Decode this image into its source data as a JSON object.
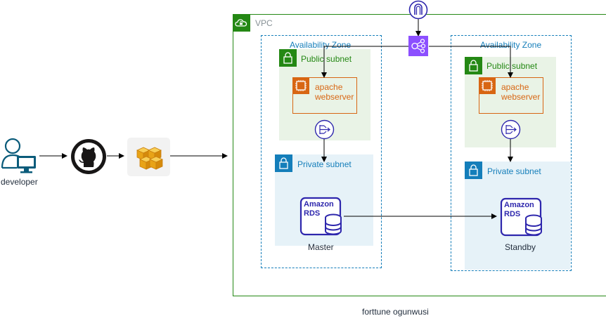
{
  "vpc": {
    "label": "VPC"
  },
  "actors": {
    "developer_label": "developer"
  },
  "left_az": {
    "label": "Availability Zone",
    "public_subnet": {
      "label": "Public subnet",
      "server_label_line1": "apache",
      "server_label_line2": "webserver"
    },
    "private_subnet": {
      "label": "Private subnet",
      "rds_line1": "Amazon",
      "rds_line2": "RDS",
      "db_label": "Master"
    }
  },
  "right_az": {
    "label": "Availability Zone",
    "public_subnet": {
      "label": "Public subnet",
      "server_label_line1": "apache",
      "server_label_line2": "webserver"
    },
    "private_subnet": {
      "label": "Private subnet",
      "rds_line1": "Amazon",
      "rds_line2": "RDS",
      "db_label": "Standby"
    }
  },
  "footer": {
    "author": "forttune ogunwusi"
  },
  "icons": [
    "user-icon",
    "github-icon",
    "elastic-beanstalk-icon",
    "internet-gateway-icon",
    "load-balancer-icon",
    "ec2-instance-icon",
    "nat-gateway-icon",
    "rds-database-icon",
    "lock-icon",
    "cloud-icon"
  ],
  "colors": {
    "vpc": "#248814",
    "az": "#147eba",
    "ec2": "#d86613",
    "rds": "#2e27ad",
    "elb": "#8c4fff",
    "beanstalk": "#f5b720"
  }
}
